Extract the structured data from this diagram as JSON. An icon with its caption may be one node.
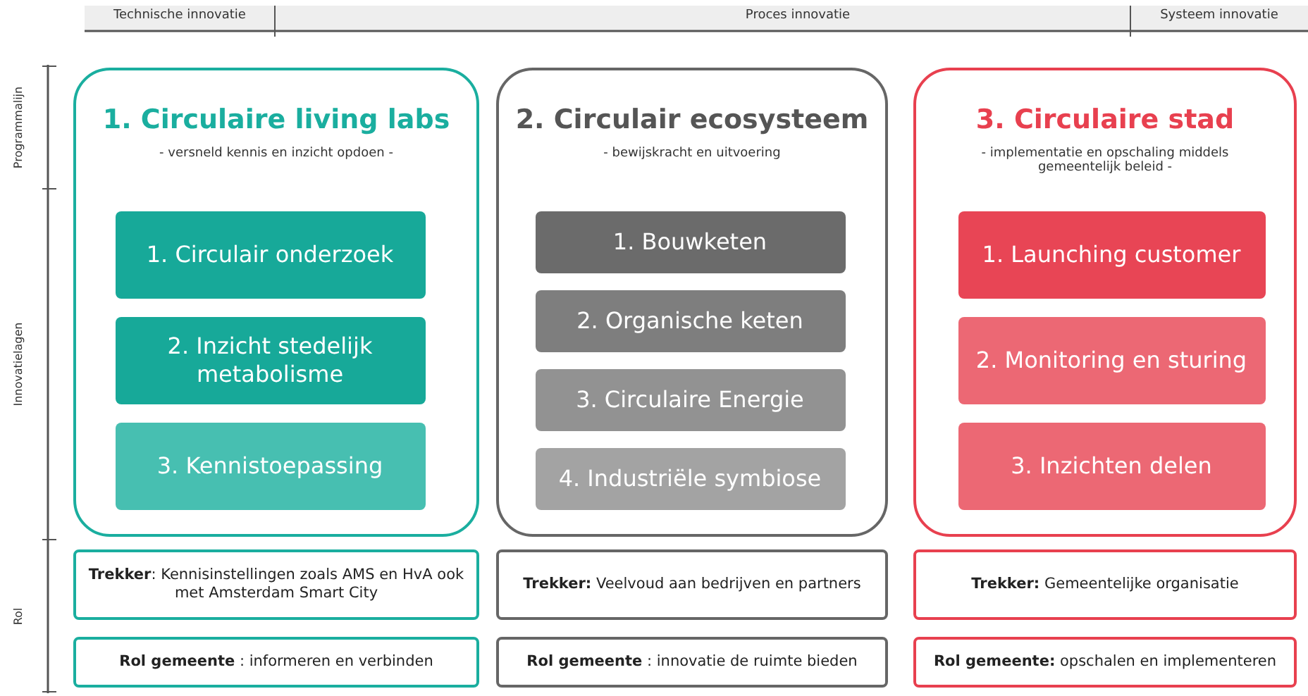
{
  "diagram": {
    "nodes": [
      {
        "text": [
          "1. Circulaire living labs",
          "- versneld kennis en inzicht opdoen -"
        ]
      },
      {
        "text": [
          "1. Circulair onderzoek"
        ],
        "in": 0
      },
      {
        "text": [
          "2. Inzicht stedelijk metabolisme"
        ],
        "in": 0
      },
      {
        "text": [
          "3. Kennistoepassing"
        ],
        "in": 0
      },
      {
        "text": [
          "**Trekker**: Kennisinstellingen zoals AMS en HvA ook met Amsterdam Smart City"
        ]
      },
      {
        "text": [
          "**Rol gemeente** : informeren en verbinden"
        ]
      },
      {
        "text": [
          "2. Circulair ecosysteem",
          "- bewijskracht en uitvoering"
        ]
      },
      {
        "text": [
          "1. Bouwketen"
        ],
        "in": 6
      },
      {
        "text": [
          "2. Organische keten"
        ],
        "in": 6
      },
      {
        "text": [
          "3. Circulaire Energie"
        ],
        "in": 6
      },
      {
        "text": [
          "4. Industriële symbiose"
        ],
        "in": 6
      },
      {
        "text": [
          "**Trekker:** Veelvoud aan bedrijven en partners"
        ]
      },
      {
        "text": [
          "**Rol gemeente** : innovatie de ruimte bieden"
        ]
      },
      {
        "text": [
          "3. Circulaire stad",
          "- implementatie en opschaling middels gemeentelijk beleid -"
        ]
      },
      {
        "text": [
          "1. Launching customer"
        ],
        "in": 13
      },
      {
        "text": [
          "2. Monitoring en sturing"
        ],
        "in": 13
      },
      {
        "text": [
          "3. Inzichten delen"
        ],
        "in": 13
      },
      {
        "text": [
          "**Trekker:** Gemeentelijke organisatie"
        ]
      },
      {
        "text": [
          "**Rol gemeente:** opschalen en implementeren"
        ]
      }
    ],
    "edges": [],
    "labels": [
      "Technische innovatie",
      "Proces innovatie",
      "Systeem innovatie",
      "Programmalijn",
      "Innovatielagen",
      "Rol"
    ]
  }
}
